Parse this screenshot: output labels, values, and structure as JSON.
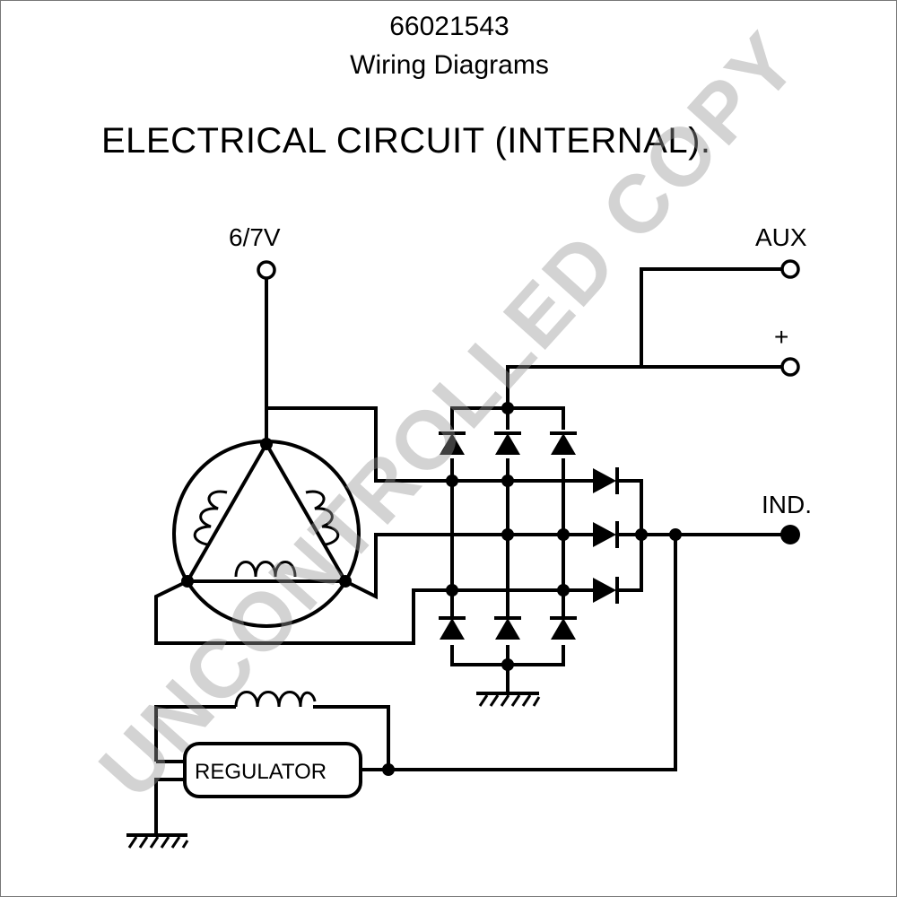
{
  "header": {
    "part_number": "66021543",
    "title": "Wiring Diagrams"
  },
  "diagram": {
    "heading": "ELECTRICAL CIRCUIT (INTERNAL).",
    "terminals": {
      "v67": "6/7V",
      "aux": "AUX",
      "plus": "+",
      "ind": "IND."
    },
    "regulator_label": "REGULATOR"
  },
  "watermark": "UNCONTROLLED COPY"
}
